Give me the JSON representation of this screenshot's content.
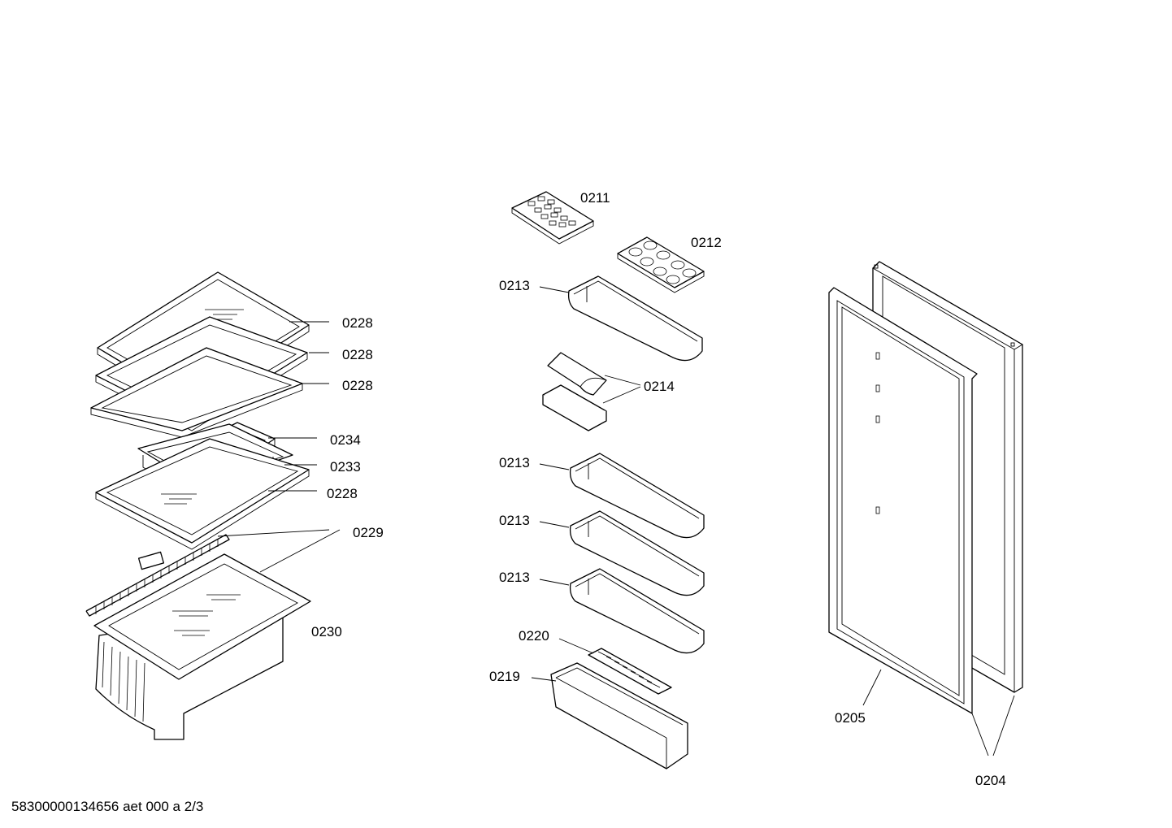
{
  "diagram": {
    "footer": "58300000134656 aet 000 a 2/3",
    "labels": {
      "p0228_a": "0228",
      "p0228_b": "0228",
      "p0228_c": "0228",
      "p0234": "0234",
      "p0233": "0233",
      "p0228_d": "0228",
      "p0229": "0229",
      "p0230": "0230",
      "p0211": "0211",
      "p0212": "0212",
      "p0213_a": "0213",
      "p0214": "0214",
      "p0213_b": "0213",
      "p0213_c": "0213",
      "p0213_d": "0213",
      "p0220": "0220",
      "p0219": "0219",
      "p0205": "0205",
      "p0204": "0204"
    }
  }
}
